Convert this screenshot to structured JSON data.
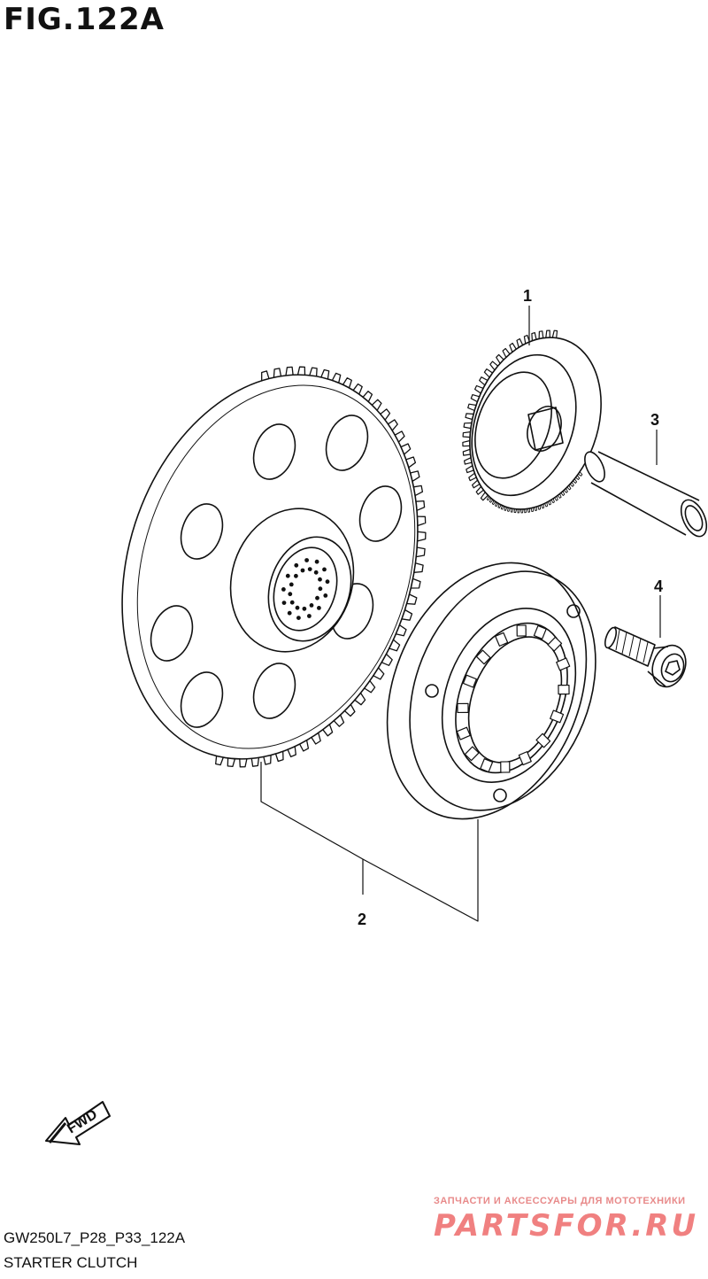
{
  "figure": {
    "title": "FIG.122A"
  },
  "callouts": [
    {
      "id": "1",
      "label": "1"
    },
    {
      "id": "2",
      "label": "2"
    },
    {
      "id": "3",
      "label": "3"
    },
    {
      "id": "4",
      "label": "4"
    }
  ],
  "direction_marker": {
    "label": "FWD",
    "icon": "arrow-left-down-icon"
  },
  "watermark": {
    "tagline": "ЗАПЧАСТИ И АКСЕССУАРЫ ДЛЯ МОТОТЕХНИКИ",
    "brand": "PARTSFOR.RU"
  },
  "footer": {
    "code": "GW250L7_P28_P33_122A",
    "name": "STARTER CLUTCH"
  }
}
